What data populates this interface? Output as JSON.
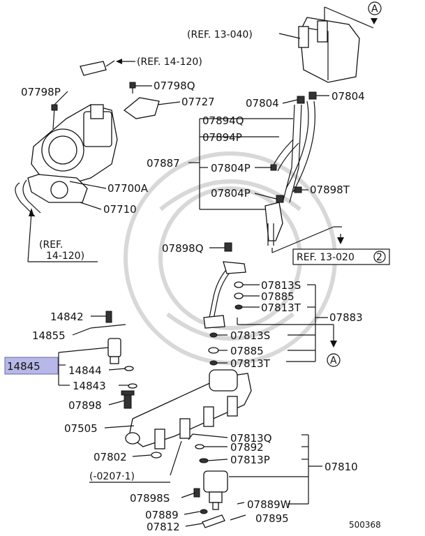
{
  "labels": {
    "p07798P": "07798P",
    "p07798Q": "07798Q",
    "p07727": "07727",
    "p07700A": "07700A",
    "p07710": "07710",
    "p07804a": "07804",
    "p07804b": "07804",
    "p07894Q": "07894Q",
    "p07894P": "07894P",
    "p07887": "07887",
    "p07804P1": "07804P",
    "p07804P2": "07804P",
    "p07898T": "07898T",
    "p07898Q": "07898Q",
    "p07813S1": "07813S",
    "p07885a": "07885",
    "p07813T1": "07813T",
    "p07883": "07883",
    "p07813S2": "07813S",
    "p07885b": "07885",
    "p07813T2": "07813T",
    "p14842": "14842",
    "p14855": "14855",
    "p14845": "14845",
    "p14844": "14844",
    "p14843": "14843",
    "p07898": "07898",
    "p07505": "07505",
    "p07802": "07802",
    "p07813Q": "07813Q",
    "p07892": "07892",
    "p07813P": "07813P",
    "p07810": "07810",
    "p07898S": "07898S",
    "p07889": "07889",
    "p07889W": "07889W",
    "p07812": "07812",
    "p07895": "07895"
  },
  "refs": {
    "ref13040": "(REF. 13-040)",
    "ref14120a": "(REF. 14-120)",
    "ref14120b_l1": "(REF.",
    "ref14120b_l2": "14-120)",
    "ref13020": "REF. 13-020",
    "ref13020_num": "2",
    "date_range": "(-0207·1)",
    "marker_a1": "A",
    "marker_a2": "A"
  },
  "diagram_id": "500368",
  "colors": {
    "highlight": "#b8b8e8",
    "line": "#111111"
  }
}
